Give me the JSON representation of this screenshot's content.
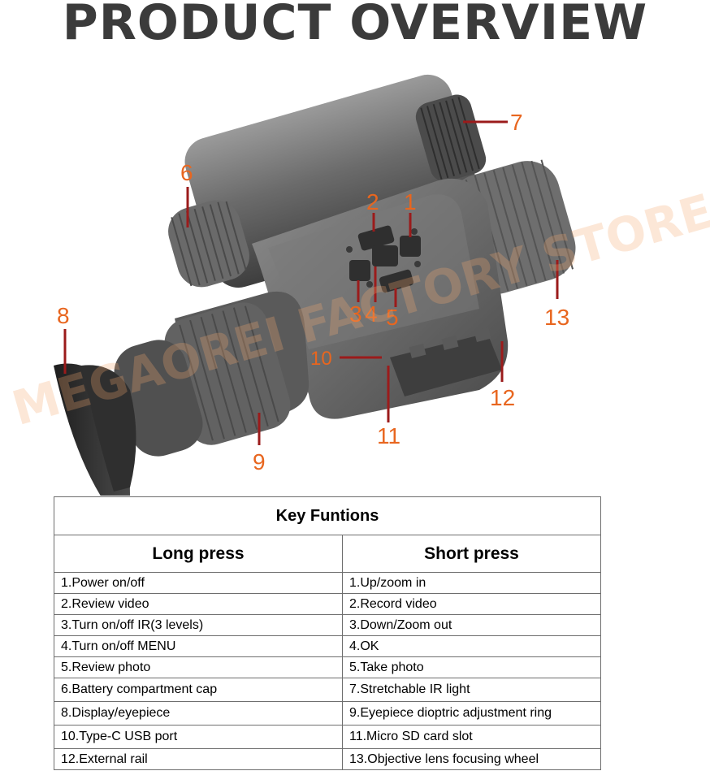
{
  "title": "PRODUCT OVERVIEW",
  "watermark": "MEGAOREI FACTORY STORE",
  "callouts": [
    "1",
    "2",
    "3",
    "4",
    "5",
    "6",
    "7",
    "8",
    "9",
    "10",
    "11",
    "12",
    "13"
  ],
  "colors": {
    "callout": "#e8661f",
    "leader": "#9b1b1b",
    "title": "#3b3b3b"
  },
  "table": {
    "title": "Key Funtions",
    "headers": [
      "Long press",
      "Short press"
    ],
    "rows": [
      [
        "1.Power on/off",
        "1.Up/zoom in"
      ],
      [
        "2.Review video",
        "2.Record video"
      ],
      [
        "3.Turn on/off IR(3 levels)",
        "3.Down/Zoom out"
      ],
      [
        "4.Turn on/off MENU",
        "4.OK"
      ],
      [
        "5.Review photo",
        "5.Take photo"
      ],
      [
        "6.Battery compartment cap",
        "7.Stretchable IR light"
      ],
      [
        "8.Display/eyepiece",
        "9.Eyepiece dioptric adjustment ring"
      ],
      [
        "10.Type-C USB port",
        "11.Micro SD card slot"
      ],
      [
        "12.External rail",
        "13.Objective lens focusing wheel"
      ]
    ]
  }
}
